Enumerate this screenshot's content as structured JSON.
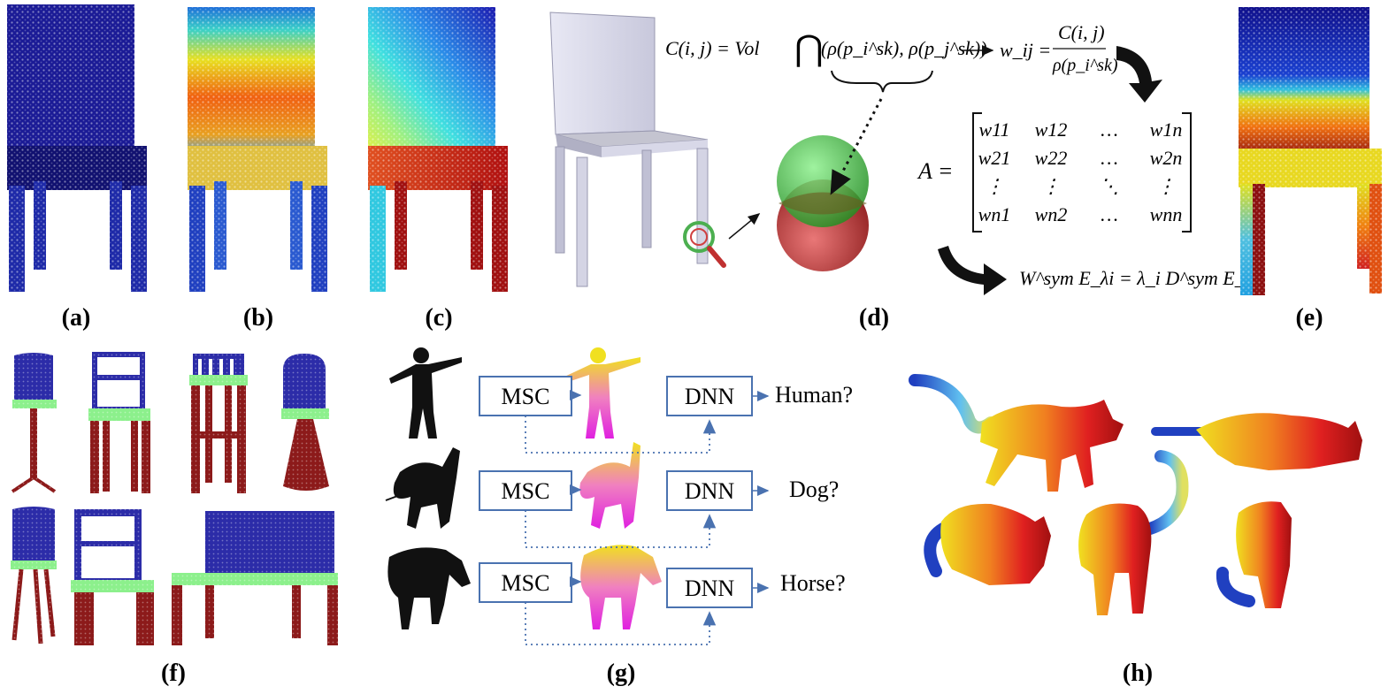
{
  "panel_labels": [
    "(a)",
    "(b)",
    "(c)",
    "(d)",
    "(e)",
    "(f)",
    "(g)",
    "(h)"
  ],
  "formulas": {
    "cij_lhs": "C(i, j) = Vol",
    "cij_rhs": "(ρ(p_i^sk), ρ(p_j^sk))",
    "wij_lhs": "w_ij =",
    "wij_num": "C(i, j)",
    "wij_den": "ρ(p_i^sk)",
    "a_lhs": "A =",
    "matrix": [
      [
        "w11",
        "w12",
        "…",
        "w1n"
      ],
      [
        "w21",
        "w22",
        "…",
        "w2n"
      ],
      [
        "⋮",
        "⋮",
        "⋱",
        "⋮"
      ],
      [
        "wn1",
        "wn2",
        "…",
        "wnn"
      ]
    ],
    "eigen": "W^sym E_λi = λ_i D^sym E_λi"
  },
  "pipeline": {
    "msc_label": "MSC",
    "dnn_label": "DNN",
    "questions": [
      "Human?",
      "Dog?",
      "Horse?"
    ]
  },
  "icons": {
    "magnifier": "magnifier-icon",
    "big_arrow": "curved-arrow-icon"
  },
  "colors": {
    "box_stroke": "#4a72b0",
    "dark_blue": "#1a1a8c",
    "chair_blue": "#2c2ca8",
    "seg_green": "#8cf08c",
    "seg_red": "#8c1a1a"
  }
}
